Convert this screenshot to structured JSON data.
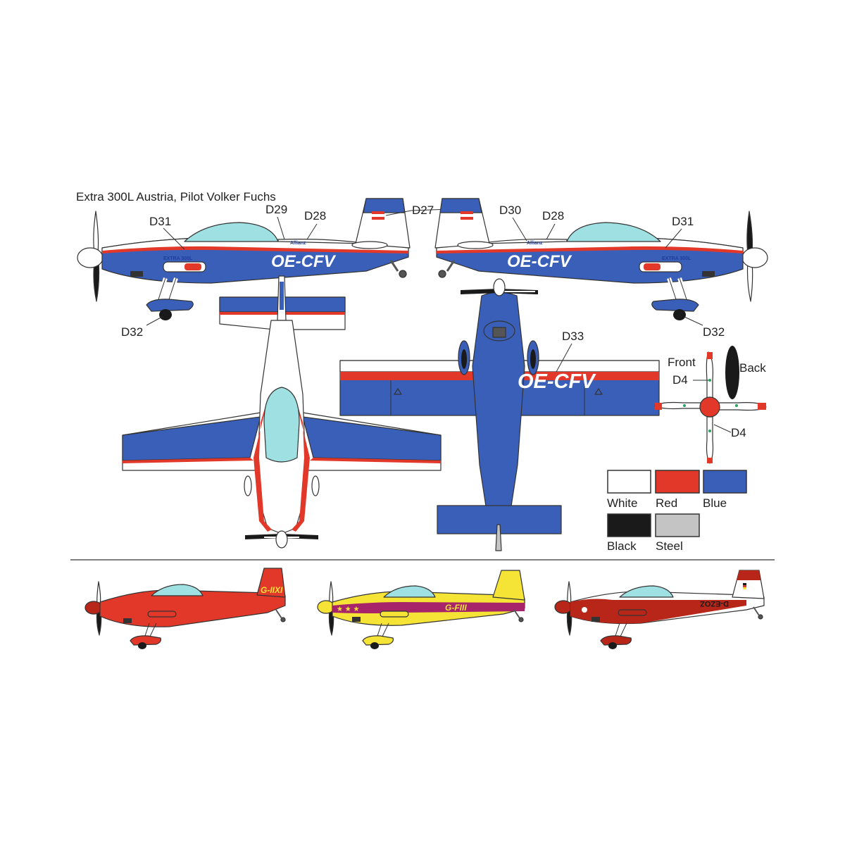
{
  "sheet_title": "Extra 300L Austria, Pilot Volker Fuchs",
  "colors": {
    "white": "#ffffff",
    "red": "#e2382a",
    "blue": "#3a5fb8",
    "black": "#1a1a1a",
    "steel": "#c4c4c4",
    "canopy": "#9fe0e2",
    "yellow": "#f5e436",
    "magenta": "#a8246a",
    "dark_red": "#b8261a"
  },
  "registration": "OE-CFV",
  "sponsor_mark": "Allianz",
  "type_mark": "EXTRA 300L",
  "callouts": {
    "d27": "D27",
    "d28": "D28",
    "d29": "D29",
    "d30": "D30",
    "d31": "D31",
    "d32": "D32",
    "d33": "D33",
    "d4": "D4"
  },
  "propeller": {
    "front_label": "Front",
    "back_label": "Back"
  },
  "legend": [
    {
      "label": "White",
      "color": "#ffffff"
    },
    {
      "label": "Red",
      "color": "#e2382a"
    },
    {
      "label": "Blue",
      "color": "#3a5fb8"
    },
    {
      "label": "Black",
      "color": "#1a1a1a"
    },
    {
      "label": "Steel",
      "color": "#c4c4c4"
    }
  ],
  "alt_schemes": [
    {
      "registration": "G-IIXI"
    },
    {
      "registration": "G-FIII"
    },
    {
      "registration": "D-EZOZ"
    }
  ]
}
